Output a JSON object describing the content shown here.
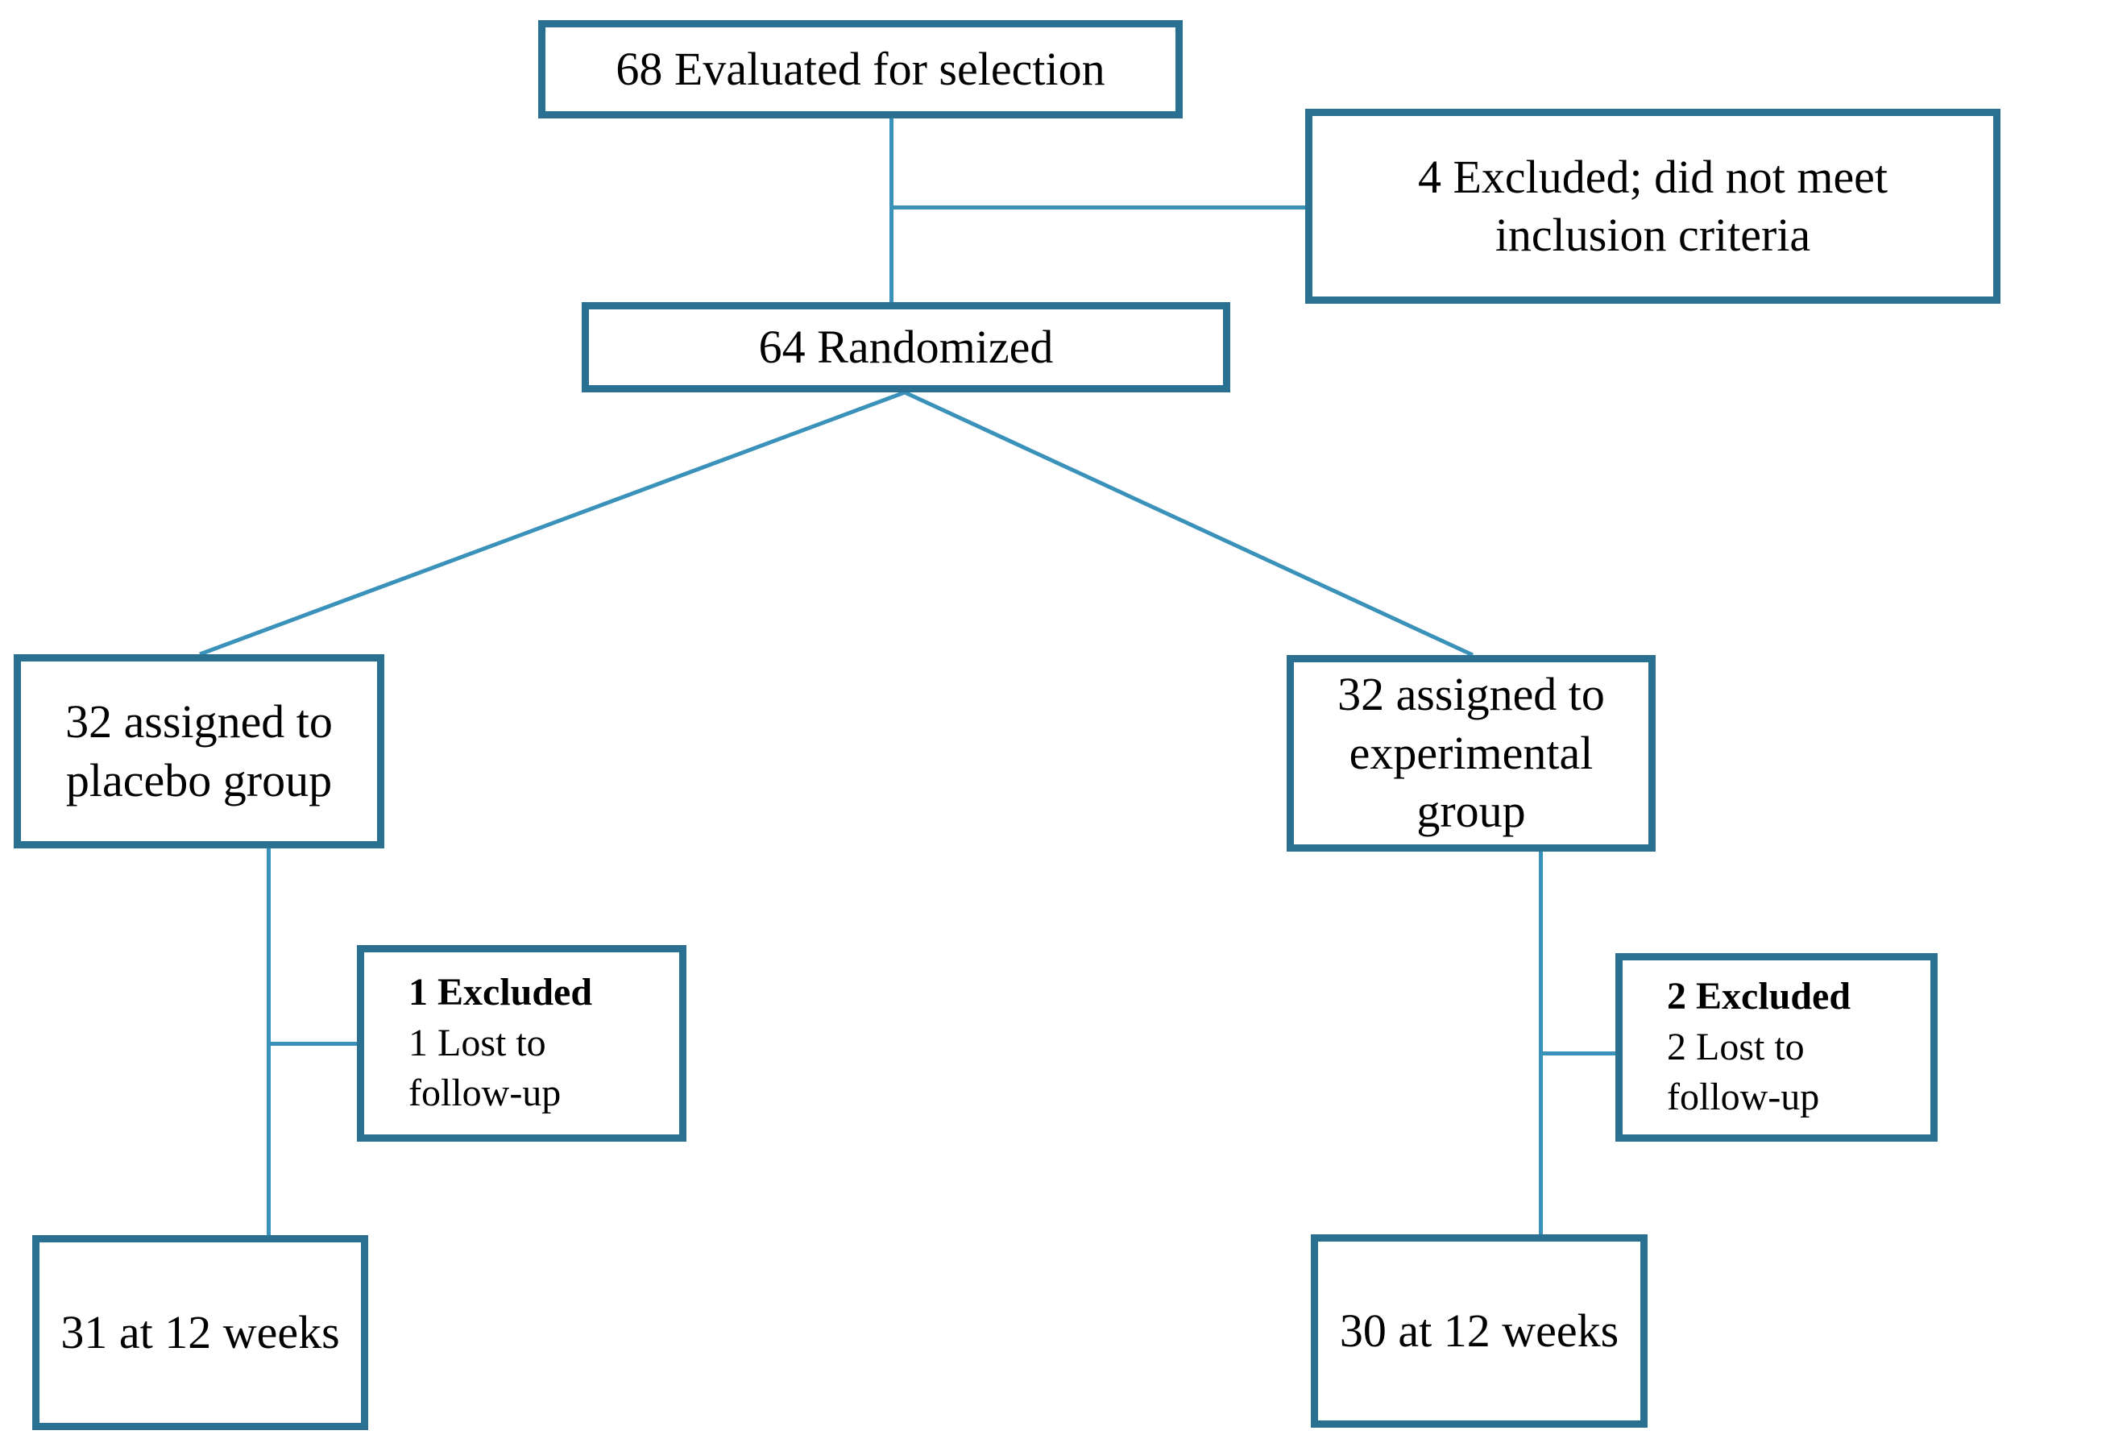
{
  "colors": {
    "box_border": "#2a7191",
    "connector_line": "#3a92ba",
    "text": "#000000",
    "background": "#ffffff"
  },
  "nodes": {
    "evaluated": {
      "label": "68 Evaluated for selection"
    },
    "excluded_initial": {
      "line1": "4 Excluded; did not meet",
      "line2": "inclusion criteria"
    },
    "randomized": {
      "label": "64 Randomized"
    },
    "placebo_assigned": {
      "line1": "32 assigned to",
      "line2": "placebo group"
    },
    "experimental_assigned": {
      "line1": "32 assigned to",
      "line2": "experimental group"
    },
    "placebo_excluded": {
      "line1": "1 Excluded",
      "line2": "1 Lost to follow-up"
    },
    "experimental_excluded": {
      "line1": "2 Excluded",
      "line2": "2 Lost to follow-up"
    },
    "placebo_week12": {
      "label": "31 at 12 weeks"
    },
    "experimental_week12": {
      "label": "30 at 12 weeks"
    }
  }
}
